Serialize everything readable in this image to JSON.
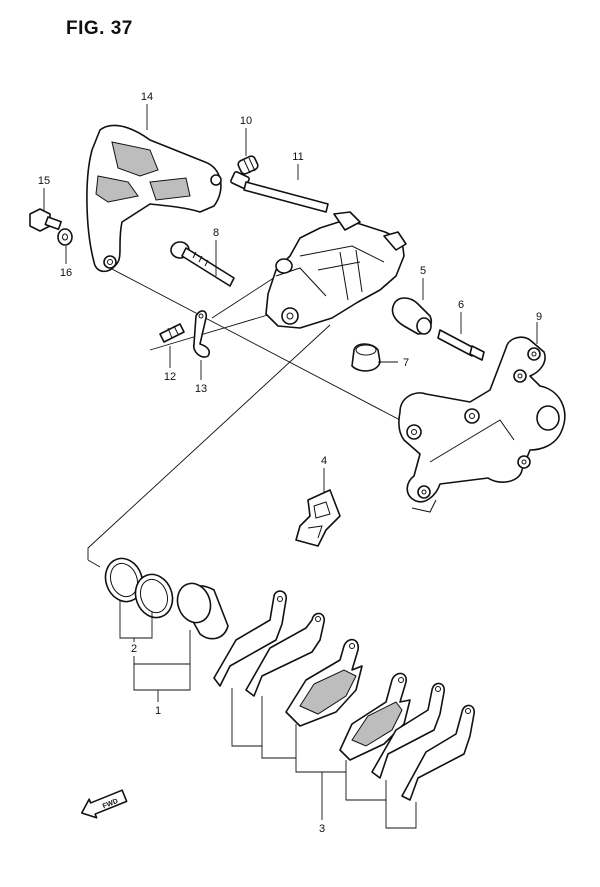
{
  "figure": {
    "title": "FIG. 37",
    "fwd_label": "FWD"
  },
  "callouts": {
    "p1": "1",
    "p2": "2",
    "p3": "3",
    "p4": "4",
    "p5": "5",
    "p6": "6",
    "p7": "7",
    "p8": "8",
    "p9": "9",
    "p10": "10",
    "p11": "11",
    "p12": "12",
    "p13": "13",
    "p14": "14",
    "p15": "15",
    "p16": "16"
  }
}
